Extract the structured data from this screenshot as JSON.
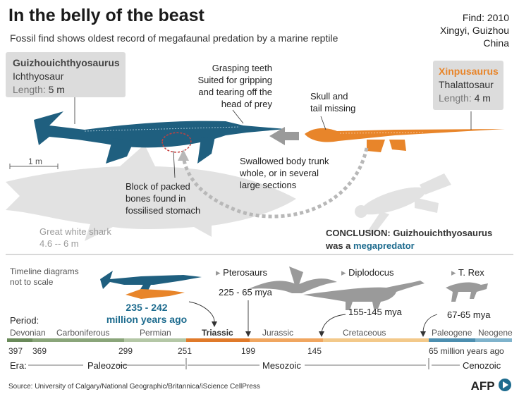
{
  "header": {
    "title": "In the belly of the beast",
    "subtitle": "Fossil find shows oldest record of megafaunal predation by a marine reptile",
    "find_label": "Find: 2010",
    "find_place": "Xingyi, Guizhou",
    "find_country": "China"
  },
  "predator": {
    "name": "Guizhouichthyosaurus",
    "type": "Ichthyosaur",
    "length_label": "Length:",
    "length_value": "5 m"
  },
  "prey": {
    "name": "Xinpusaurus",
    "type": "Thalattosaur",
    "length_label": "Length:",
    "length_value": "4 m"
  },
  "annotations": {
    "teeth_1": "Grasping teeth",
    "teeth_2": "Suited for gripping",
    "teeth_3": "and tearing off the",
    "teeth_4": "head of prey",
    "skull_1": "Skull and",
    "skull_2": "tail missing",
    "swallow_1": "Swallowed body trunk",
    "swallow_2": "whole, or in several",
    "swallow_3": "large sections",
    "block_1": "Block of packed",
    "block_2": "bones found in",
    "block_3": "fossilised stomach",
    "scale": "1 m",
    "shark_1": "Great white shark",
    "shark_2": "4.6 -- 6 m"
  },
  "conclusion": {
    "line1": "CONCLUSION: Guizhouichthyosaurus",
    "line2_prefix": "was a",
    "line2_highlight": "megapredator"
  },
  "timeline": {
    "note_1": "Timeline diagrams",
    "note_2": "not to scale",
    "find_age_1": "235 - 242",
    "find_age_2": "million years ago",
    "pterosaurs": "Pterosaurs",
    "pterosaurs_age": "225 - 65 mya",
    "diplodocus": "Diplodocus",
    "diplodocus_age": "155-145 mya",
    "trex": "T. Rex",
    "trex_age": "67-65 mya",
    "period_label": "Period:",
    "periods": [
      "Devonian",
      "Carboniferous",
      "Permian",
      "Triassic",
      "Jurassic",
      "Cretaceous",
      "Paleogene",
      "Neogene"
    ],
    "period_colors": [
      "#6a8a5a",
      "#8aa57a",
      "#b4c7a6",
      "#e07a2a",
      "#f0a660",
      "#f3c98a",
      "#4d8fb0",
      "#7fb3cc"
    ],
    "ages": [
      "397",
      "369",
      "299",
      "251",
      "199",
      "145",
      "65 million years ago"
    ],
    "era_label": "Era:",
    "eras": [
      "Paleozoic",
      "Mesozoic",
      "Cenozoic"
    ]
  },
  "footer": {
    "source": "Source: University of Calgary/National Geographic/Britannica/iScience CellPress",
    "logo": "AFP"
  },
  "colors": {
    "predator": "#1f5f7f",
    "prey": "#e8852a",
    "silhouette": "#dcdcdc",
    "accent": "#1d6b8e"
  }
}
